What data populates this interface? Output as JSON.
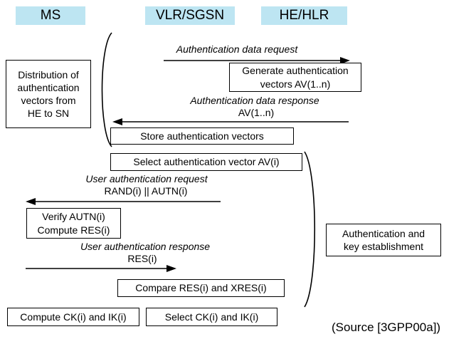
{
  "colors": {
    "header_bg": "#BDE5F2",
    "line": "#000000"
  },
  "columns": {
    "ms": "MS",
    "vlr_sgsn": "VLR/SGSN",
    "he_hlr": "HE/HLR"
  },
  "messages": {
    "auth_data_request": {
      "label": "Authentication data request"
    },
    "auth_data_response": {
      "label": "Authentication data response",
      "payload": "AV(1..n)"
    },
    "user_auth_request": {
      "label": "User authentication request",
      "payload": "RAND(i) || AUTN(i)"
    },
    "user_auth_response": {
      "label": "User authentication response",
      "payload": "RES(i)"
    }
  },
  "boxes": {
    "generate_vectors": "Generate authentication\nvectors AV(1..n)",
    "store_vectors": "Store authentication vectors",
    "select_vector": "Select authentication vector AV(i)",
    "verify_compute": "Verify AUTN(i)\nCompute RES(i)",
    "compare_res": "Compare RES(i) and XRES(i)",
    "compute_ck_ik": "Compute CK(i) and IK(i)",
    "select_ck_ik": "Select CK(i) and IK(i)",
    "distribution_phase": "Distribution of\nauthentication\nvectors from\nHE to SN",
    "establishment_phase": "Authentication and\nkey establishment"
  },
  "source_note": "(Source [3GPP00a])"
}
